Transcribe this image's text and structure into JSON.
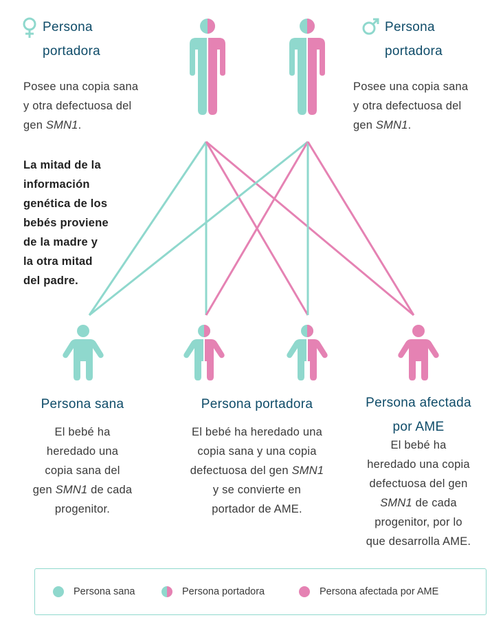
{
  "colors": {
    "healthy": "#8fd8cd",
    "affected": "#e582b3",
    "title": "#0f4c69"
  },
  "mother": {
    "icon": "female-symbol-icon",
    "title_line1": "Persona",
    "title_line2": "portadora",
    "desc_line1": "Posee una copia sana",
    "desc_line2": "y otra defectuosa del",
    "desc_line3_pre": "gen ",
    "desc_gene": "SMN1",
    "desc_line3_post": "."
  },
  "father": {
    "icon": "male-symbol-icon",
    "title_line1": "Persona",
    "title_line2": "portadora",
    "desc_line1": "Posee una copia sana",
    "desc_line2": "y otra defectuosa del",
    "desc_line3_pre": "gen ",
    "desc_gene": "SMN1",
    "desc_line3_post": "."
  },
  "note": {
    "lines": [
      "La mitad de la",
      "información",
      "genética de los",
      "bebés proviene",
      "de la madre y",
      "la otra mitad",
      "del padre."
    ]
  },
  "children": {
    "healthy": {
      "title": "Persona sana",
      "l1": "El bebé ha",
      "l2": "heredado una",
      "l3": "copia sana del",
      "l4_pre": "gen ",
      "l4_gene": "SMN1",
      "l4_post": " de cada",
      "l5": "progenitor."
    },
    "carrier": {
      "title": "Persona portadora",
      "l1": "El bebé ha heredado una",
      "l2": "copia sana y una copia",
      "l3_pre": "defectuosa del gen ",
      "l3_gene": "SMN1",
      "l4": "y se convierte en",
      "l5": "portador de AME."
    },
    "affected": {
      "title_line1": "Persona afectada",
      "title_line2": "por AME",
      "l1": "El bebé ha",
      "l2": "heredado una copia",
      "l3": "defectuosa del gen",
      "l4_gene": "SMN1",
      "l4_post": " de cada",
      "l5": "progenitor, por lo",
      "l6": "que desarrolla AME."
    }
  },
  "legend": {
    "healthy": "Persona sana",
    "carrier": "Persona portadora",
    "affected": "Persona afectada por AME"
  }
}
